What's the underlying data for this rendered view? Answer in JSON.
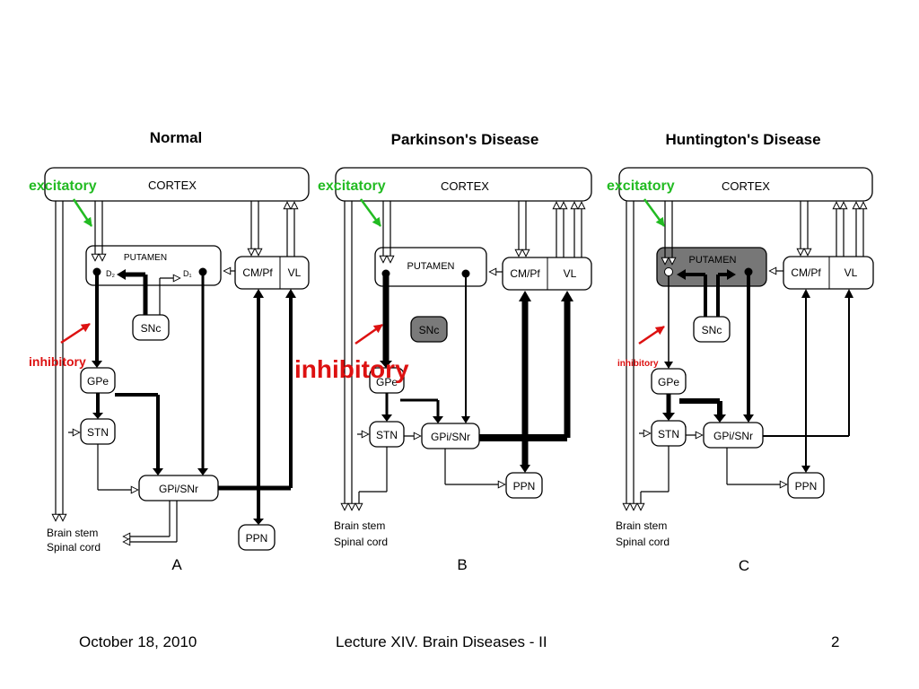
{
  "panels": [
    {
      "title": "Normal",
      "letter": "A",
      "cortex": "CORTEX",
      "putamen": "PUTAMEN",
      "d2": "D₂",
      "d1": "D₁",
      "cmpf": "CM/Pf",
      "vl": "VL",
      "snc": "SNc",
      "gpe": "GPe",
      "stn": "STN",
      "gpisnr": "GPi/SNr",
      "ppn": "PPN",
      "brainstem": "Brain stem",
      "spinalcord": "Spinal cord",
      "excitatory": "excitatory",
      "inhibitory": "inhibitory"
    },
    {
      "title": "Parkinson's Disease",
      "letter": "B",
      "cortex": "CORTEX",
      "putamen": "PUTAMEN",
      "cmpf": "CM/Pf",
      "vl": "VL",
      "snc": "SNc",
      "gpe": "GPe",
      "stn": "STN",
      "gpisnr": "GPi/SNr",
      "ppn": "PPN",
      "brainstem": "Brain stem",
      "spinalcord": "Spinal cord",
      "excitatory": "excitatory",
      "inhibitory": "inhibitory"
    },
    {
      "title": "Huntington's Disease",
      "letter": "C",
      "cortex": "CORTEX",
      "putamen": "PUTAMEN",
      "cmpf": "CM/Pf",
      "vl": "VL",
      "snc": "SNc",
      "gpe": "GPe",
      "stn": "STN",
      "gpisnr": "GPi/SNr",
      "ppn": "PPN",
      "brainstem": "Brain stem",
      "spinalcord": "Spinal cord",
      "excitatory": "excitatory",
      "inhibitory": "inhibitory"
    }
  ],
  "footer": {
    "date": "October 18, 2010",
    "title": "Lecture XIV. Brain Diseases - II",
    "page": "2"
  },
  "colors": {
    "excitatory": "#22bb22",
    "inhibitory": "#dd1111",
    "snc_pd_fill": "#7a7a7a",
    "putamen_hd_fill": "#777777"
  }
}
